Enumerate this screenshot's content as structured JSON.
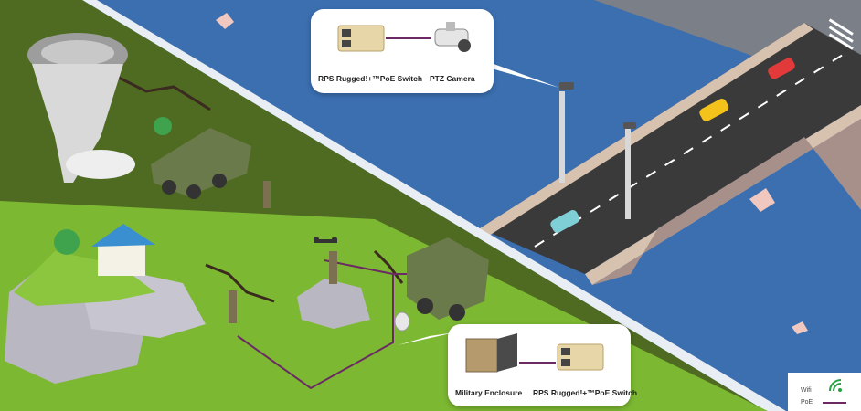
{
  "colors": {
    "sky_water": "#3b6fb0",
    "grass_dark": "#4f6b22",
    "grass_light": "#7cb832",
    "rock": "#b9b7c2",
    "bridge_road": "#3a3a3a",
    "bridge_side": "#c9b4a4",
    "poe_line": "#6b2a64",
    "wifi_green": "#27a243",
    "device_tan": "#e7d7a8"
  },
  "callouts": {
    "top": {
      "switch_label": "RPS Rugged!+™PoE Switch",
      "camera_label": "PTZ Camera"
    },
    "bottom": {
      "enclosure_label": "Military Enclosure",
      "switch_label": "RPS Rugged!+™PoE Switch"
    }
  },
  "legend": {
    "wifi_label": "Wifi",
    "poe_label": "PoE",
    "wifi_icon": "wifi-icon"
  }
}
